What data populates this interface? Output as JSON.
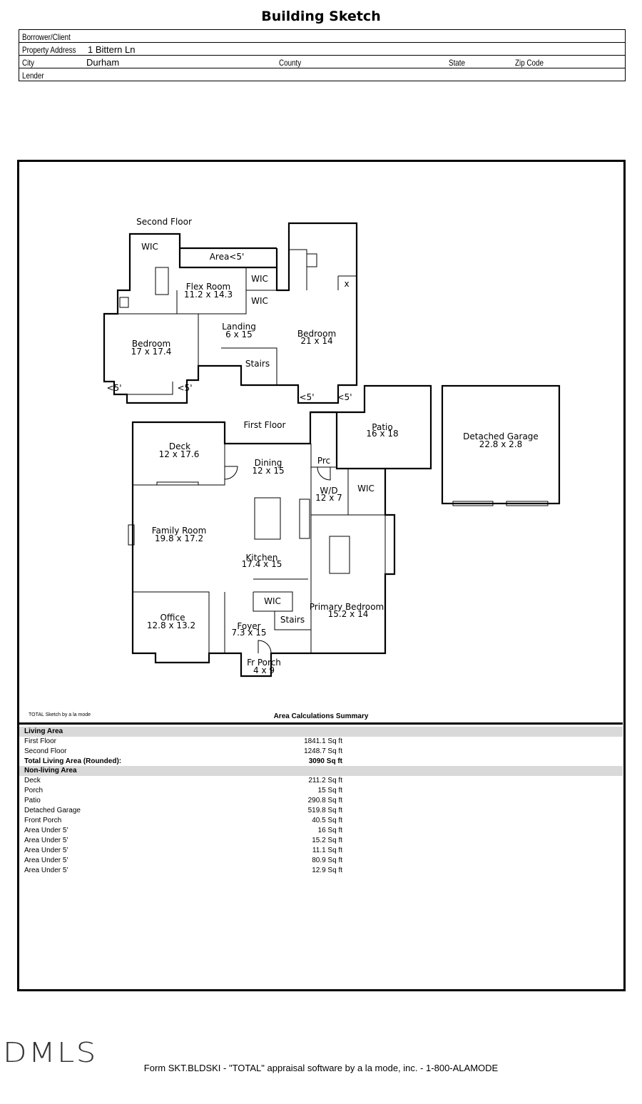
{
  "header": {
    "title": "Building Sketch",
    "borrower_label": "Borrower/Client",
    "address_label": "Property Address",
    "address_value": "1 Bittern Ln",
    "city_label": "City",
    "city_value": "Durham",
    "county_label": "County",
    "state_label": "State",
    "zip_label": "Zip Code",
    "lender_label": "Lender"
  },
  "sketch": {
    "second_floor_label": "Second Floor",
    "first_floor_label": "First Floor",
    "rooms": {
      "wic_top": "WIC",
      "area_lt5": "Area<5'",
      "flex_room": "Flex Room",
      "flex_room_dim": "11.2 x 14.3",
      "wic_flex1": "WIC",
      "wic_flex2": "WIC",
      "bedroom_left": "Bedroom",
      "bedroom_left_dim": "17 x 17.4",
      "landing": "Landing",
      "landing_dim": "6 x 15",
      "stairs_up": "Stairs",
      "bedroom_right": "Bedroom",
      "bedroom_right_dim": "21 x 14",
      "lt5_a": "<5'",
      "lt5_b": "<5'",
      "lt5_c": "<5'",
      "lt5_d": "<5'",
      "x_mark": "x",
      "patio": "Patio",
      "patio_dim": "16 x 18",
      "garage": "Detached Garage",
      "garage_dim": "22.8 x 2.8",
      "deck": "Deck",
      "deck_dim": "12 x 17.6",
      "dining": "Dining",
      "dining_dim": "12 x 15",
      "prc": "Prc",
      "wd": "W/D",
      "wd_dim": "12 x 7",
      "wic_primary": "WIC",
      "family_room": "Family Room",
      "family_room_dim": "19.8 x 17.2",
      "kitchen": "Kitchen",
      "kitchen_dim": "17.4 x 15",
      "wic_kitchen": "WIC",
      "stairs_down": "Stairs",
      "primary_bedroom": "Primary Bedroom",
      "primary_bedroom_dim": "15.2 x 14",
      "office": "Office",
      "office_dim": "12.8 x 13.2",
      "foyer": "Foyer",
      "foyer_dim": "7.3 x 15",
      "fr_porch": "Fr Porch",
      "fr_porch_dim": "4 x 9"
    }
  },
  "sketch_by": "TOTAL Sketch by a la mode",
  "summary": {
    "title": "Area Calculations Summary",
    "living_header": "Living Area",
    "living": [
      {
        "label": "First Floor",
        "value": "1841.1 Sq ft"
      },
      {
        "label": "Second Floor",
        "value": "1248.7 Sq ft"
      }
    ],
    "total_label": "Total Living Area (Rounded):",
    "total_value": "3090 Sq ft",
    "nonliving_header": "Non-living Area",
    "nonliving": [
      {
        "label": "Deck",
        "value": "211.2 Sq ft"
      },
      {
        "label": "Porch",
        "value": "15 Sq ft"
      },
      {
        "label": "Patio",
        "value": "290.8 Sq ft"
      },
      {
        "label": "Detached Garage",
        "value": "519.8 Sq ft"
      },
      {
        "label": "Front Porch",
        "value": "40.5 Sq ft"
      },
      {
        "label": "Area Under 5'",
        "value": "16 Sq ft"
      },
      {
        "label": "Area Under 5'",
        "value": "15.2 Sq ft"
      },
      {
        "label": "Area Under 5'",
        "value": "11.1 Sq ft"
      },
      {
        "label": "Area Under 5'",
        "value": "80.9 Sq ft"
      },
      {
        "label": "Area Under 5'",
        "value": "12.9 Sq ft"
      }
    ]
  },
  "logo": "DMLS",
  "footer": "Form SKT.BLDSKI - \"TOTAL\" appraisal software by a la mode, inc. - 1-800-ALAMODE"
}
